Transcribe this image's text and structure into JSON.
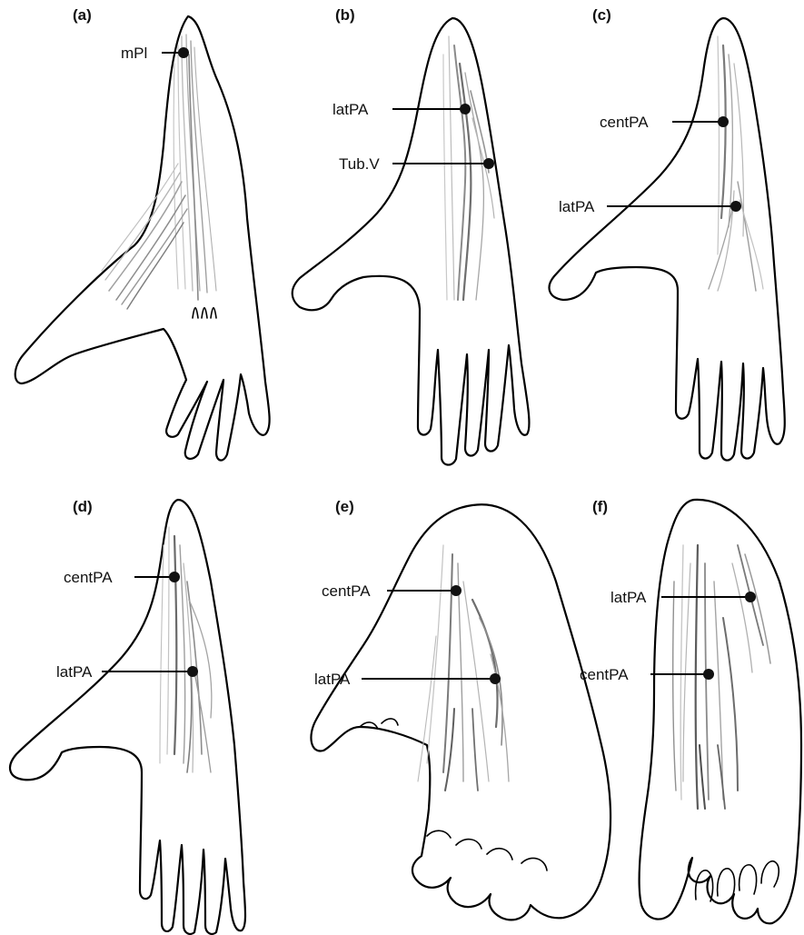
{
  "figure": {
    "panels": [
      {
        "id": "a",
        "letter": "(a)",
        "labels": [
          "mPl"
        ]
      },
      {
        "id": "b",
        "letter": "(b)",
        "labels": [
          "latPA",
          "Tub.V"
        ]
      },
      {
        "id": "c",
        "letter": "(c)",
        "labels": [
          "centPA",
          "latPA"
        ]
      },
      {
        "id": "d",
        "letter": "(d)",
        "labels": [
          "centPA",
          "latPA"
        ]
      },
      {
        "id": "e",
        "letter": "(e)",
        "labels": [
          "centPA",
          "latPA"
        ]
      },
      {
        "id": "f",
        "letter": "(f)",
        "labels": [
          "latPA",
          "centPA"
        ]
      }
    ]
  },
  "colors": {
    "outline": "#000000",
    "fiber_light": "#b8b8b8",
    "fiber_dark": "#555555",
    "marker": "#111111"
  }
}
